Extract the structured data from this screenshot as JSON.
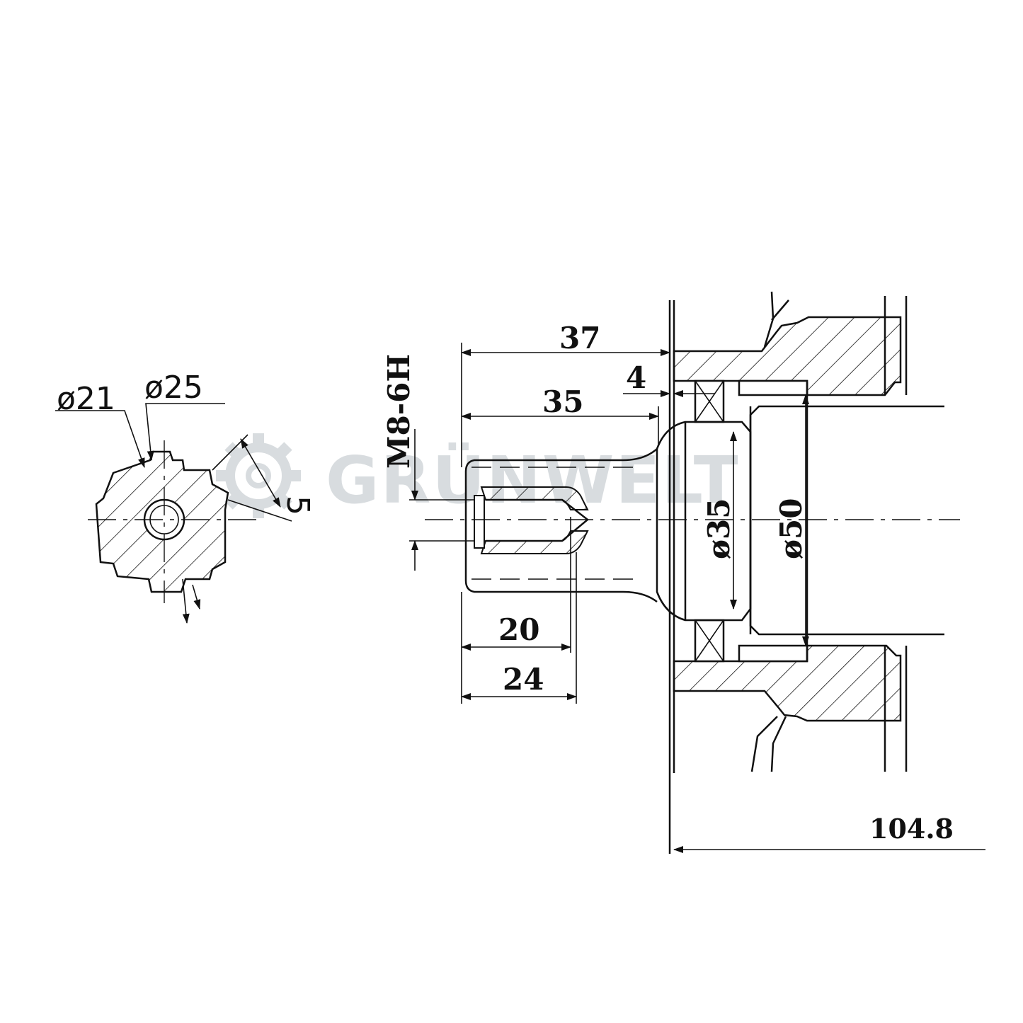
{
  "watermark": {
    "text": "GRÜNWELT"
  },
  "cross_section": {
    "dia_inner_label": "ø21",
    "dia_outer_label": "ø25",
    "key_width_label": "5"
  },
  "shaft": {
    "len_overall_label": "37",
    "len_shoulder_label": "35",
    "gap_label": "4",
    "thread_label": "M8-6H",
    "thread_depth_label": "20",
    "bore_depth_label": "24",
    "bearing_dia_label": "ø35",
    "housing_dia_label": "ø50",
    "total_len_label": "104.8"
  }
}
